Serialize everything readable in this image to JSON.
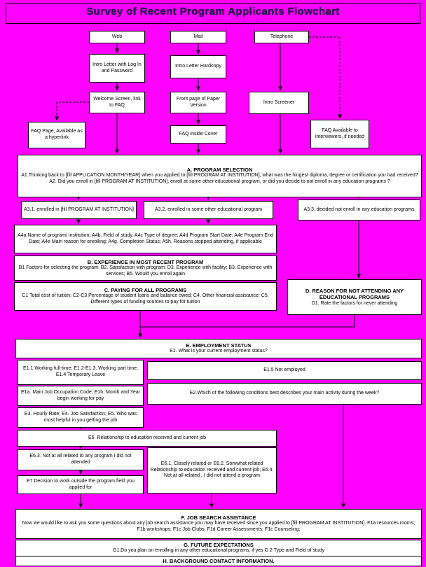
{
  "colors": {
    "background": "#ff00ff",
    "box_bg": "#ffffff",
    "line": "#000000",
    "title_text": "#1b1b4d"
  },
  "title": "Survey of Recent Program Applicants Flowchart",
  "subtitle": "(············ ········· ·············· ·········)",
  "nodes": {
    "web": "Web",
    "mail": "Mail",
    "telephone": "Telephone",
    "intro_letter_web": "Intro Letter with Log In and Password",
    "intro_letter_mail": "Intro Letter Hardcopy",
    "welcome_screen": "Welcome Screen, link to FAQ",
    "front_page": "Front page of Paper Version",
    "intro_screener": "Intro Screener",
    "faq_page": "FAQ Page, Available as a hyperlink",
    "faq_inside_cover": "FAQ inside Cover",
    "faq_interviewers": "FAQ Available to interviewers, if needed",
    "a31": "A3.1. enrolled in [fill PROGRAM AT INSTITUTION]",
    "a32": "A3.2. enrolled in some other educational program",
    "a33": "A3.3. decided not enroll in any education programs",
    "a4": "A4a Name of program/ institution; A4b. Field of study,  A4c Type of degree; A4d Program Start Date; A4e Program End Date; A4e Main reason for enrolling; A4g. Completion Status; A5h. Reasons stopped attending, if applicable",
    "e11": "E1.1.Working full-time; E1.2-E1.3. Working part time; E1.4 Temporary Leave",
    "e15": "E1.5 Not employed",
    "e1a": "E1a. Main Job Occupation Code; E1b. Month and Year begin working for pay",
    "e2": "E2.Which of the following conditions best describes your main activity during the week?",
    "e3": "E3. Hourly Rate; E4. Job Satisfaction; E5. Who was most helpful in you getting the job",
    "e6": "E6. Relationship to education received and current job",
    "e63": "E6.3. Not at all related to any program I did not attended",
    "e61": "E6.1. Closely related or E6.2. Somwhat related Relationship to education received and current job; E6.4. Not at all related , I did not attend a program",
    "e7": "E7.Decision to work outside the program field you applied for"
  },
  "sections": {
    "a": {
      "header": "A. PROGRAM SELECTION",
      "a1": "A1.Thinking back to [fill APPLICATION MONTH/YEAR] when you applied to [fill PROGRAM AT INSTITUTION], what was the hingest diploma, degree or certification you had received?",
      "a2": "A2. Did you enroll in [fill PROGRAM AT INSTITUTION], enroll at some other educational program, or did you decide to not enroll in any education programs ?"
    },
    "b": {
      "header": "B. EXPERIENCE IN MOST RECENT PROGRAM",
      "body": "B1 Factors for selecting the program; B2. Satisfaction with program; D3. Experience with facility; B3. Experience with services;   B5. Would you enroll again"
    },
    "c": {
      "header": "C. PAYING FOR ALL PROGRAMS",
      "body": "C1 Total cost of tuition; C2-C3 Percentage of student loans and balance owed; C4. Other financial assistance; C5. Different types of funding sources to pay for tuition"
    },
    "d": {
      "header": "D. REASON FOR NOT ATTENDING ANY EDUCATIONAL PROGRAMS",
      "body": "D1. Rate the factors for never attending"
    },
    "e": {
      "header": "E. EMPLOYMENT STATUS",
      "body": "E1. What is your current employment status?"
    },
    "f": {
      "header": "F. JOB SEARCH ASSISTANCE",
      "body": "Now we would like to ask you some questions about any job search assistance you may have received since you applied to [fill PROGRAM AT INSTITUTION].   F1a resources rooms; F1b workshops; F1c Job Clubs; F1d Career Assessments; F1c Counseling;"
    },
    "g": {
      "header": "G. FUTURE EXPECTATIONS",
      "body": "G1.Do you plan on enrolling in any other educational programs, if yes G 2 Type and Field of study"
    },
    "h": {
      "header": "H. BACKGROUND CONTACT INFORMATION."
    }
  }
}
